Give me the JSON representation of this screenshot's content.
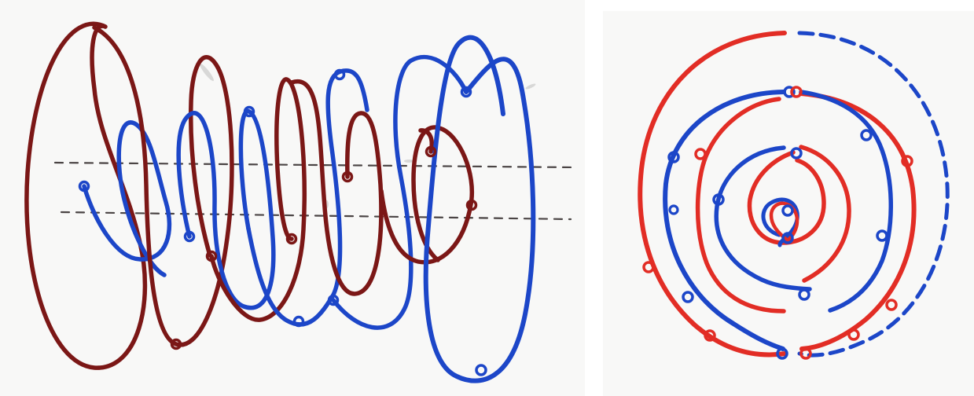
{
  "colors": {
    "background": "#ffffff",
    "paper": "#f8f8f7",
    "dark_red": "#7b1716",
    "blue": "#1c46c8",
    "red": "#e22d25",
    "dashed_guide": "#4a4444"
  },
  "left_panel": {
    "description": "",
    "elements": {
      "guide_lines": 2,
      "dark_red_loops": 5,
      "blue_loops": 5,
      "small_circle_markers": 14
    }
  },
  "right_panel": {
    "description": "",
    "elements": {
      "ring_layers": 5,
      "blue_dashed_arc": 1,
      "small_circle_markers": 24
    }
  }
}
